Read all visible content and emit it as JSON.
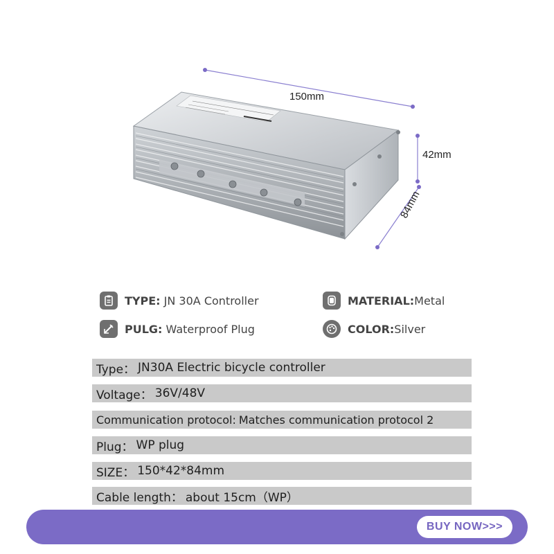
{
  "dimensions": {
    "length": "150mm",
    "height": "42mm",
    "width": "84mm"
  },
  "features": [
    {
      "icon": "clipboard-icon",
      "key": "TYPE:",
      "value": " JN 30A Controller"
    },
    {
      "icon": "material-icon",
      "key": "MATERIAL:",
      "value": "Metal"
    },
    {
      "icon": "plug-icon",
      "key": "PULG:",
      "value": " Waterproof Plug"
    },
    {
      "icon": "palette-icon",
      "key": "COLOR:",
      "value": "Silver"
    }
  ],
  "specs": [
    {
      "label": "Type：",
      "value": " JN30A Electric bicycle controller"
    },
    {
      "label": "Voltage：",
      "value": "36V/48V"
    },
    {
      "label": "Communication protocol:",
      "value": "Matches communication protocol 2"
    },
    {
      "label": "Plug：",
      "value": "WP  plug"
    },
    {
      "label": "SIZE：",
      "value": "150*42*84mm"
    },
    {
      "label": "Cable length：",
      "value": "about 15cm（WP）"
    }
  ],
  "cta": {
    "label": "BUY NOW>>>",
    "bar_color": "#7b6bc6"
  },
  "colors": {
    "accent": "#7b6bc6",
    "spec_row_bg": "#c9c9c9",
    "icon_bg": "#6f6f6f"
  }
}
